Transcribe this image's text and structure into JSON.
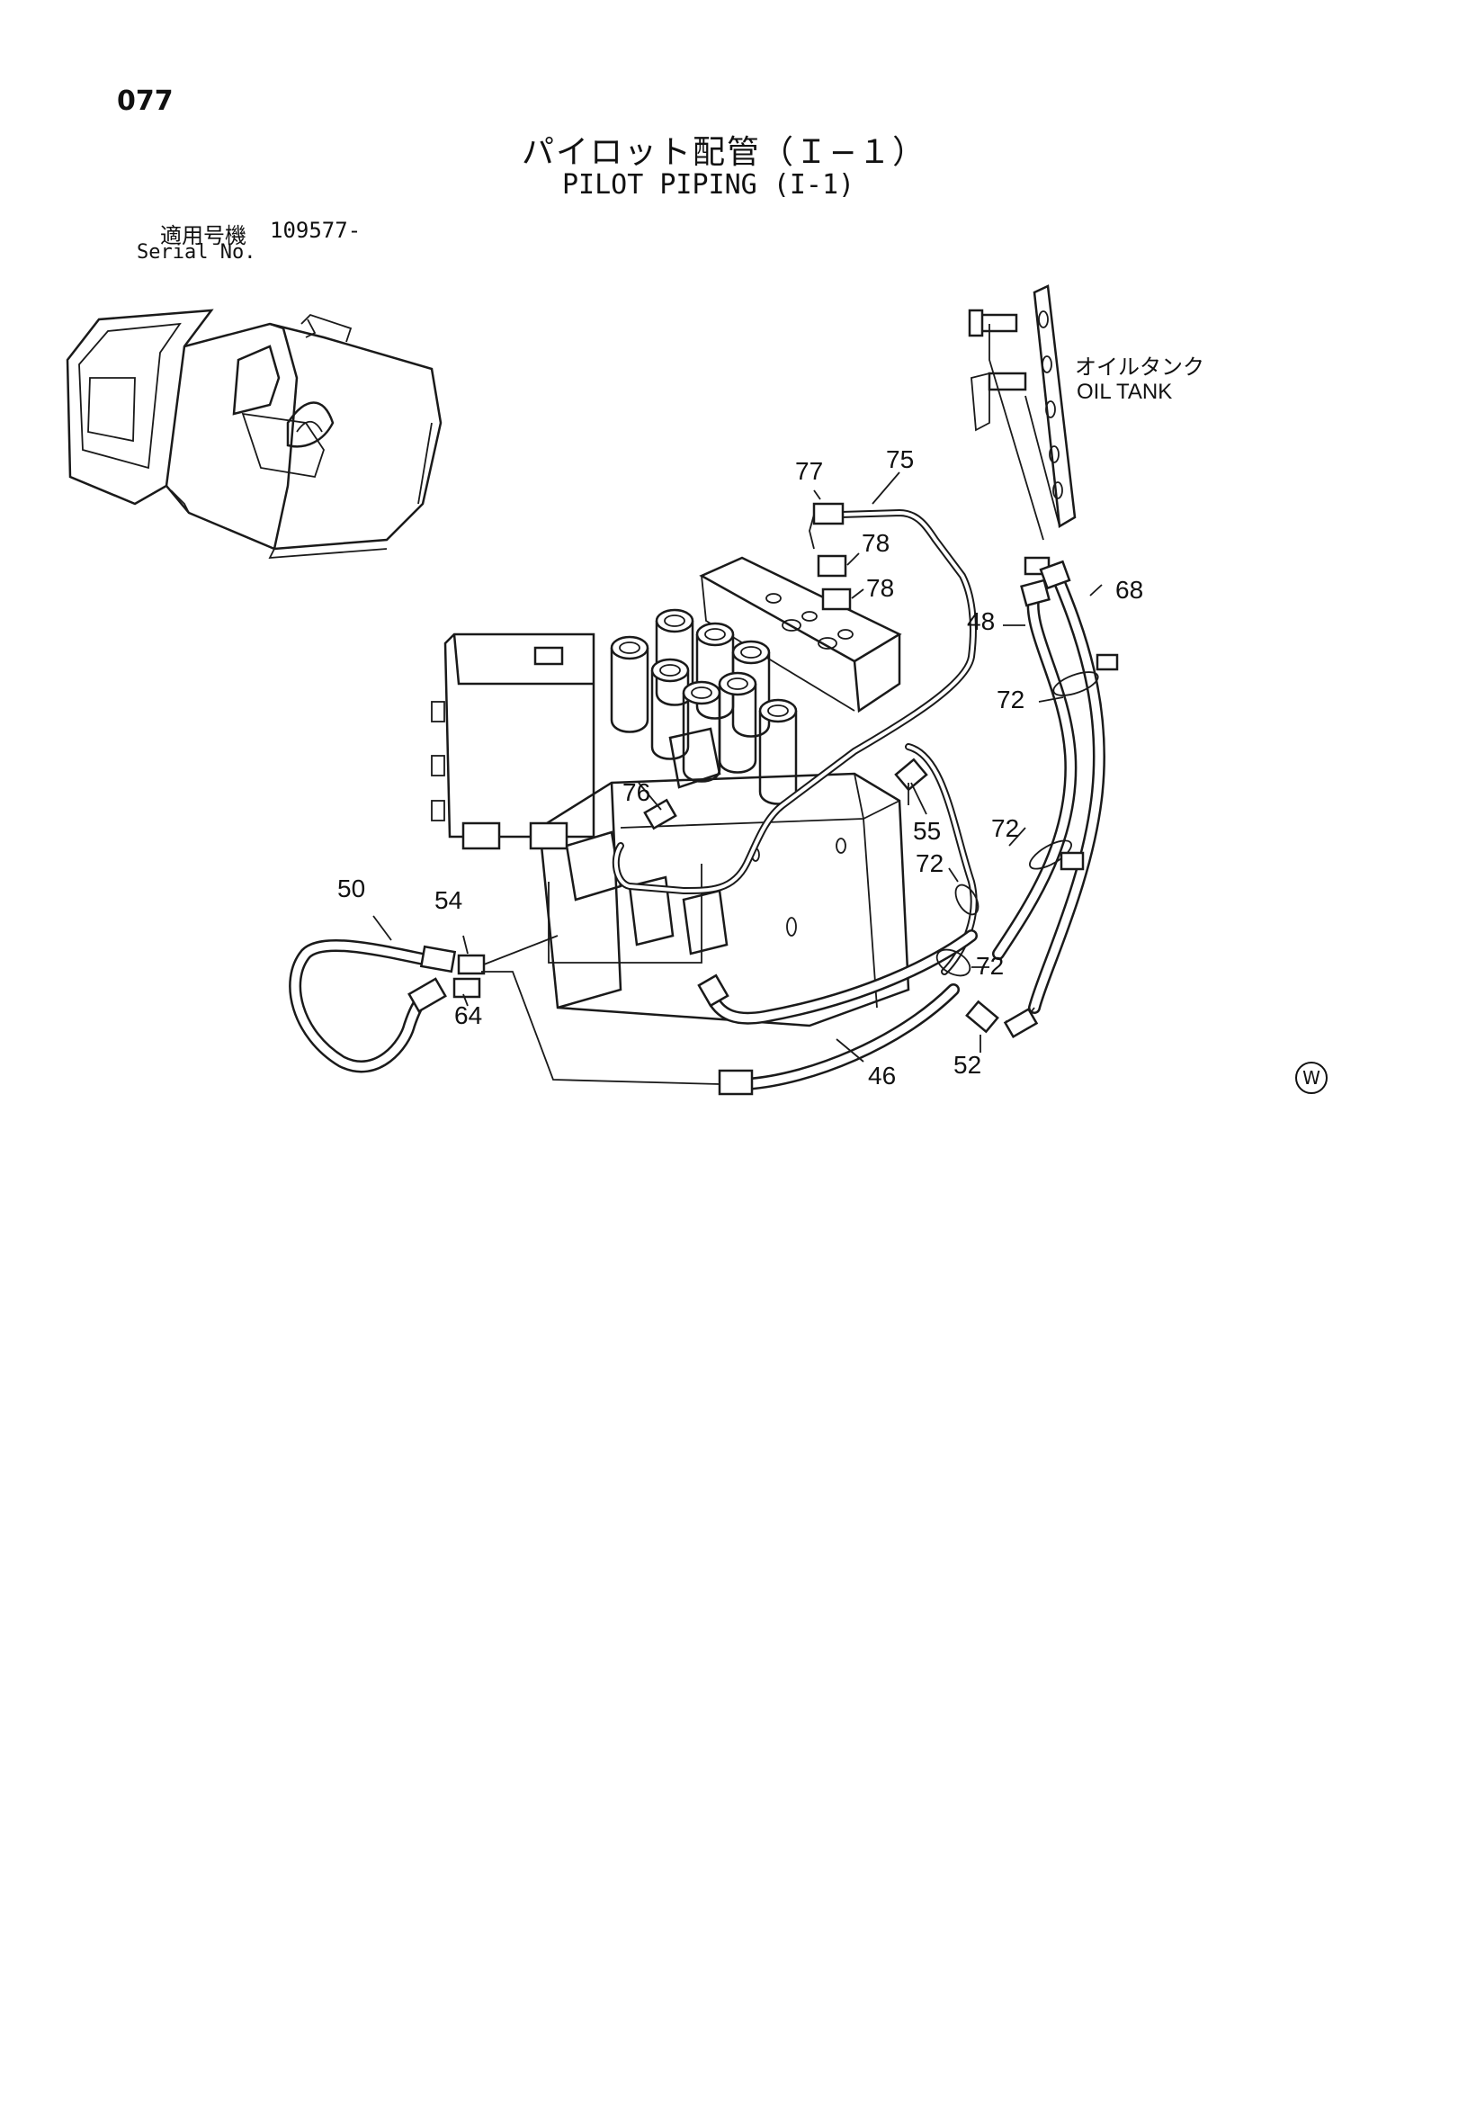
{
  "page": {
    "number": "077"
  },
  "title": {
    "japanese": "パイロット配管（Ｉ−１）",
    "english": "PILOT PIPING (I-1)"
  },
  "serial": {
    "label_jp": "適用号機",
    "value": "109577-",
    "label_en": "Serial No."
  },
  "oil_tank": {
    "label_jp": "オイルタンク",
    "label_en": "OIL TANK"
  },
  "callouts": {
    "c77": "77",
    "c75": "75",
    "c78a": "78",
    "c78b": "78",
    "c48": "48",
    "c68": "68",
    "c72a": "72",
    "c76": "76",
    "c55": "55",
    "c72b": "72",
    "c72c": "72",
    "c72d": "72",
    "c50": "50",
    "c54": "54",
    "c64": "64",
    "c52": "52",
    "c46": "46"
  },
  "mark": "W"
}
